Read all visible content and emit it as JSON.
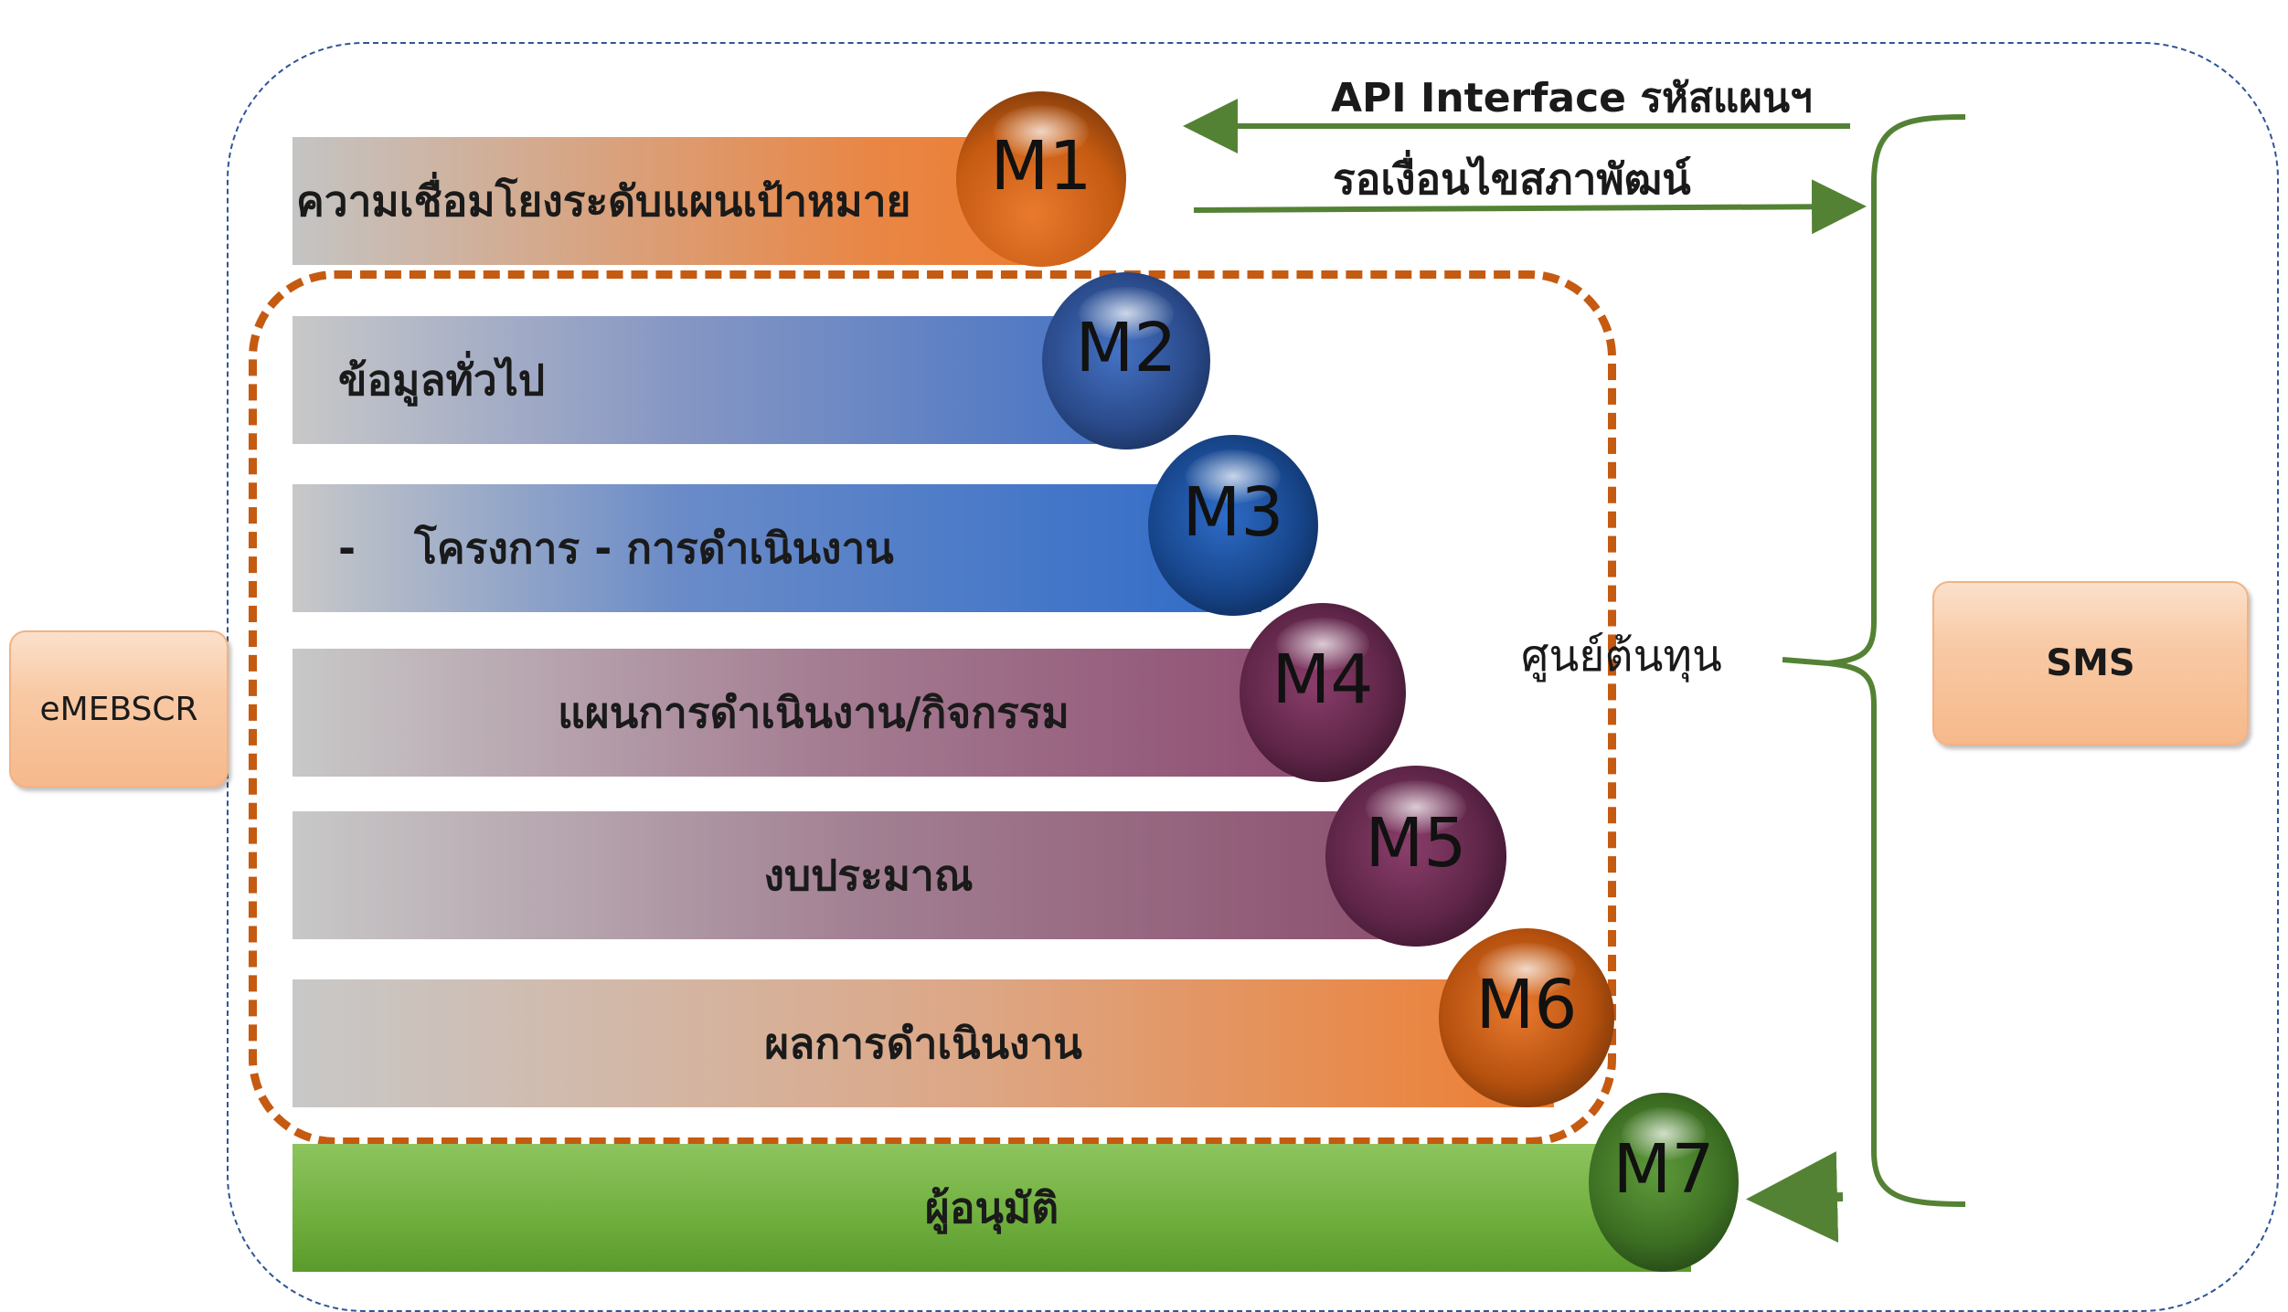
{
  "modules": [
    {
      "id": "m1",
      "badge": "M1",
      "label": "ความเชื่อมโยงระดับแผนเป้าหมาย",
      "color": "#ED7D31"
    },
    {
      "id": "m2",
      "badge": "M2",
      "label": "ข้อมูลทั่วไป",
      "color": "#4472C4"
    },
    {
      "id": "m3",
      "badge": "M3",
      "label": "-    โครงการ - การดำเนินงาน",
      "color": "#2F6BC8"
    },
    {
      "id": "m4",
      "badge": "M4",
      "label": "แผนการดำเนินงาน/กิจกรรม",
      "color": "#8E4B70"
    },
    {
      "id": "m5",
      "badge": "M5",
      "label": "งบประมาณ",
      "color": "#8A4D6C"
    },
    {
      "id": "m6",
      "badge": "M6",
      "label": "ผลการดำเนินงาน",
      "color": "#ED7D31"
    },
    {
      "id": "m7",
      "badge": "M7",
      "label": "ผู้อนุมัติ",
      "color": "#70AD47"
    }
  ],
  "left_system": {
    "label": "eMEBSCR"
  },
  "right_system": {
    "label": "SMS"
  },
  "connections": {
    "api_label": "API Interface รหัสแผนฯ",
    "wait_label": "รอเงื่อนไขสภาพัฒน์",
    "cost_center_label": "ศูนย์ต้นทุน"
  },
  "colors": {
    "outer_frame": "#2F5597",
    "inner_frame": "#C55A11",
    "connector": "#548235"
  }
}
